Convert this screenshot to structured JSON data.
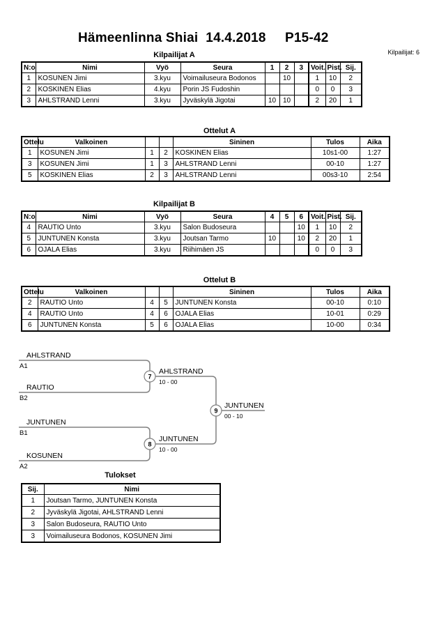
{
  "page": {
    "title": "Hämeenlinna Shiai  14.4.2018     P15-42",
    "competitors_count": "Kilpailijat: 6"
  },
  "competitors_a": {
    "title": "Kilpailijat A",
    "headers": [
      "N:o",
      "Nimi",
      "Vyö",
      "Seura",
      "1",
      "2",
      "3",
      "Voit.",
      "Pist.",
      "Sij."
    ],
    "rows": [
      [
        "1",
        "KOSUNEN Jimi",
        "3.kyu",
        "Voimailuseura Bodonos",
        "",
        "10",
        "",
        "1",
        "10",
        "2"
      ],
      [
        "2",
        "KOSKINEN Elias",
        "4.kyu",
        "Porin JS Fudoshin",
        "",
        "",
        "",
        "0",
        "0",
        "3"
      ],
      [
        "3",
        "AHLSTRAND Lenni",
        "3.kyu",
        "Jyväskylä Jigotai",
        "10",
        "10",
        "",
        "2",
        "20",
        "1"
      ]
    ]
  },
  "matches_a": {
    "title": "Ottelut A",
    "headers": [
      "Ottelu",
      "Valkoinen",
      "",
      "",
      "Sininen",
      "Tulos",
      "Aika"
    ],
    "rows": [
      [
        "1",
        "KOSUNEN Jimi",
        "1",
        "2",
        "KOSKINEN Elias",
        "10s1-00",
        "1:27"
      ],
      [
        "3",
        "KOSUNEN Jimi",
        "1",
        "3",
        "AHLSTRAND Lenni",
        "00-10",
        "1:27"
      ],
      [
        "5",
        "KOSKINEN Elias",
        "2",
        "3",
        "AHLSTRAND Lenni",
        "00s3-10",
        "2:54"
      ]
    ]
  },
  "competitors_b": {
    "title": "Kilpailijat B",
    "headers": [
      "N:o",
      "Nimi",
      "Vyö",
      "Seura",
      "4",
      "5",
      "6",
      "Voit.",
      "Pist.",
      "Sij."
    ],
    "rows": [
      [
        "4",
        "RAUTIO Unto",
        "3.kyu",
        "Salon Budoseura",
        "",
        "",
        "10",
        "1",
        "10",
        "2"
      ],
      [
        "5",
        "JUNTUNEN Konsta",
        "3.kyu",
        "Joutsan Tarmo",
        "10",
        "",
        "10",
        "2",
        "20",
        "1"
      ],
      [
        "6",
        "OJALA Elias",
        "3.kyu",
        "Riihimäen JS",
        "",
        "",
        "",
        "0",
        "0",
        "3"
      ]
    ]
  },
  "matches_b": {
    "title": "Ottelut B",
    "headers": [
      "Ottelu",
      "Valkoinen",
      "",
      "",
      "Sininen",
      "Tulos",
      "Aika"
    ],
    "rows": [
      [
        "2",
        "RAUTIO Unto",
        "4",
        "5",
        "JUNTUNEN Konsta",
        "00-10",
        "0:10"
      ],
      [
        "4",
        "RAUTIO Unto",
        "4",
        "6",
        "OJALA Elias",
        "10-01",
        "0:29"
      ],
      [
        "6",
        "JUNTUNEN Konsta",
        "5",
        "6",
        "OJALA Elias",
        "10-00",
        "0:34"
      ]
    ]
  },
  "bracket": {
    "line_color": "#808080",
    "entries": [
      {
        "name": "AHLSTRAND",
        "seed": "A1"
      },
      {
        "name": "RAUTIO",
        "seed": "B2"
      },
      {
        "name": "JUNTUNEN",
        "seed": "B1"
      },
      {
        "name": "KOSUNEN",
        "seed": "A2"
      }
    ],
    "matches": [
      {
        "number": "7",
        "winner": "AHLSTRAND",
        "score": "10 - 00"
      },
      {
        "number": "8",
        "winner": "JUNTUNEN",
        "score": "10 - 00"
      },
      {
        "number": "9",
        "winner": "JUNTUNEN",
        "score": "00 - 10"
      }
    ]
  },
  "results": {
    "title": "Tulokset",
    "headers": [
      "Sij.",
      "Nimi"
    ],
    "rows": [
      [
        "1",
        "Joutsan Tarmo, JUNTUNEN Konsta"
      ],
      [
        "2",
        "Jyväskylä Jigotai, AHLSTRAND Lenni"
      ],
      [
        "3",
        "Salon Budoseura, RAUTIO Unto"
      ],
      [
        "3",
        "Voimailuseura Bodonos, KOSUNEN Jimi"
      ]
    ]
  }
}
